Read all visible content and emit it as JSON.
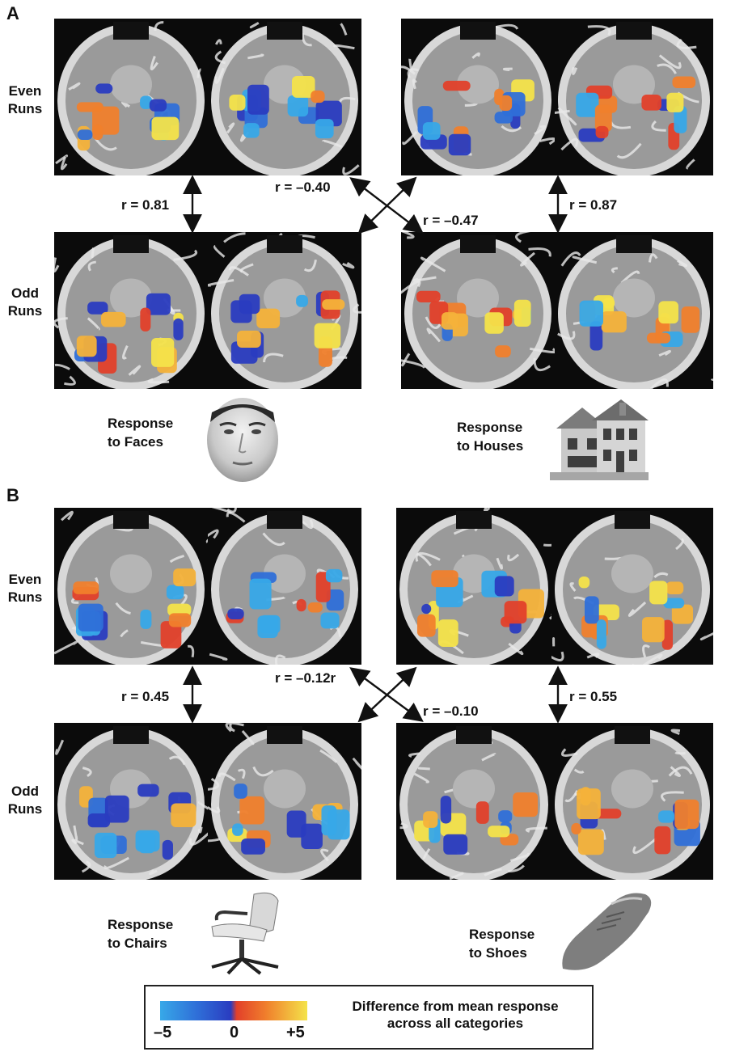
{
  "panels": [
    {
      "letter": "A",
      "even_label": "Even\nRuns",
      "odd_label": "Odd\nRuns",
      "correlations": [
        "r = 0.81",
        "r = –0.40",
        "r = –0.47",
        "r = 0.87"
      ],
      "left_caption": "Response\nto Faces",
      "right_caption": "Response\nto Houses",
      "left_stimulus": "face-photo",
      "right_stimulus": "house-photo"
    },
    {
      "letter": "B",
      "even_label": "Even\nRuns",
      "odd_label": "Odd\nRuns",
      "correlations": [
        "r = 0.45",
        "r = –0.12r",
        "r = –0.10",
        "r = 0.55"
      ],
      "left_caption": "Response\nto Chairs",
      "right_caption": "Response\nto Shoes",
      "left_stimulus": "chair-photo",
      "right_stimulus": "shoe-photo"
    }
  ],
  "legend": {
    "min": "–5",
    "mid": "0",
    "max": "+5",
    "text": "Difference from mean response\nacross all categories",
    "colors": [
      "#37a8e8",
      "#2f6fd8",
      "#2a3cc0",
      "#e2402a",
      "#f07f2c",
      "#f4e34a"
    ]
  }
}
